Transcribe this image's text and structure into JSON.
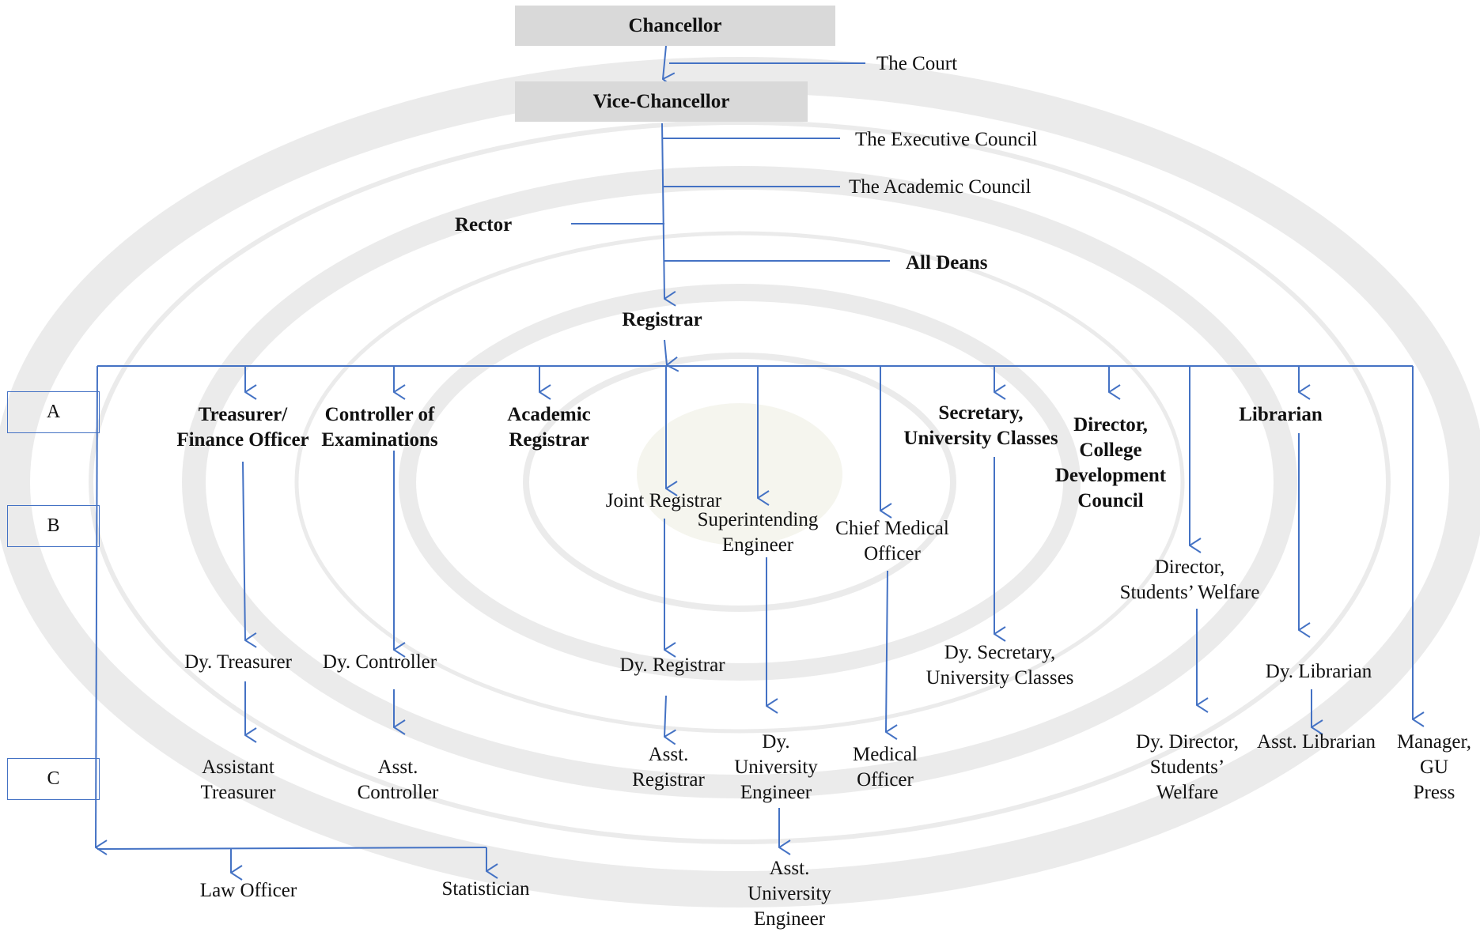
{
  "colors": {
    "line": "#4472c4",
    "box": "#d9d9d9",
    "text": "#111111",
    "watermark": "#a6a6a6"
  },
  "top": {
    "chancellor": "Chancellor",
    "court": "The Court",
    "vice_chancellor": "Vice-Chancellor",
    "executive_council": "The Executive Council",
    "academic_council": "The Academic Council",
    "rector": "Rector",
    "all_deans": "All Deans",
    "registrar": "Registrar"
  },
  "side_labels": [
    "A",
    "B",
    "C"
  ],
  "columns": {
    "treasurer": [
      "Treasurer/\nFinance Officer",
      "Dy. Treasurer",
      "Assistant\nTreasurer"
    ],
    "controller": [
      "Controller of\nExaminations",
      "Dy. Controller",
      "Asst.\nController"
    ],
    "academic_registrar": "Academic\nRegistrar",
    "joint_registrar": [
      "Joint Registrar",
      "Dy. Registrar",
      "Asst.\nRegistrar"
    ],
    "engineer": [
      "Superintending\nEngineer",
      "Dy.\nUniversity\nEngineer",
      "Asst.\nUniversity\nEngineer"
    ],
    "medical": [
      "Chief Medical\nOfficer",
      "Medical\nOfficer"
    ],
    "secretary": [
      "Secretary,\nUniversity Classes",
      "Dy. Secretary,\nUniversity Classes"
    ],
    "cdc": "Director,\nCollege\nDevelopment\nCouncil",
    "welfare": [
      "Director,\nStudents’ Welfare",
      "Dy. Director,\nStudents’\nWelfare"
    ],
    "librarian": [
      "Librarian",
      "Dy. Librarian",
      "Asst. Librarian"
    ],
    "press": "Manager,\nGU Press"
  },
  "bottom": {
    "law_officer": "Law Officer",
    "statistician": "Statistician"
  }
}
